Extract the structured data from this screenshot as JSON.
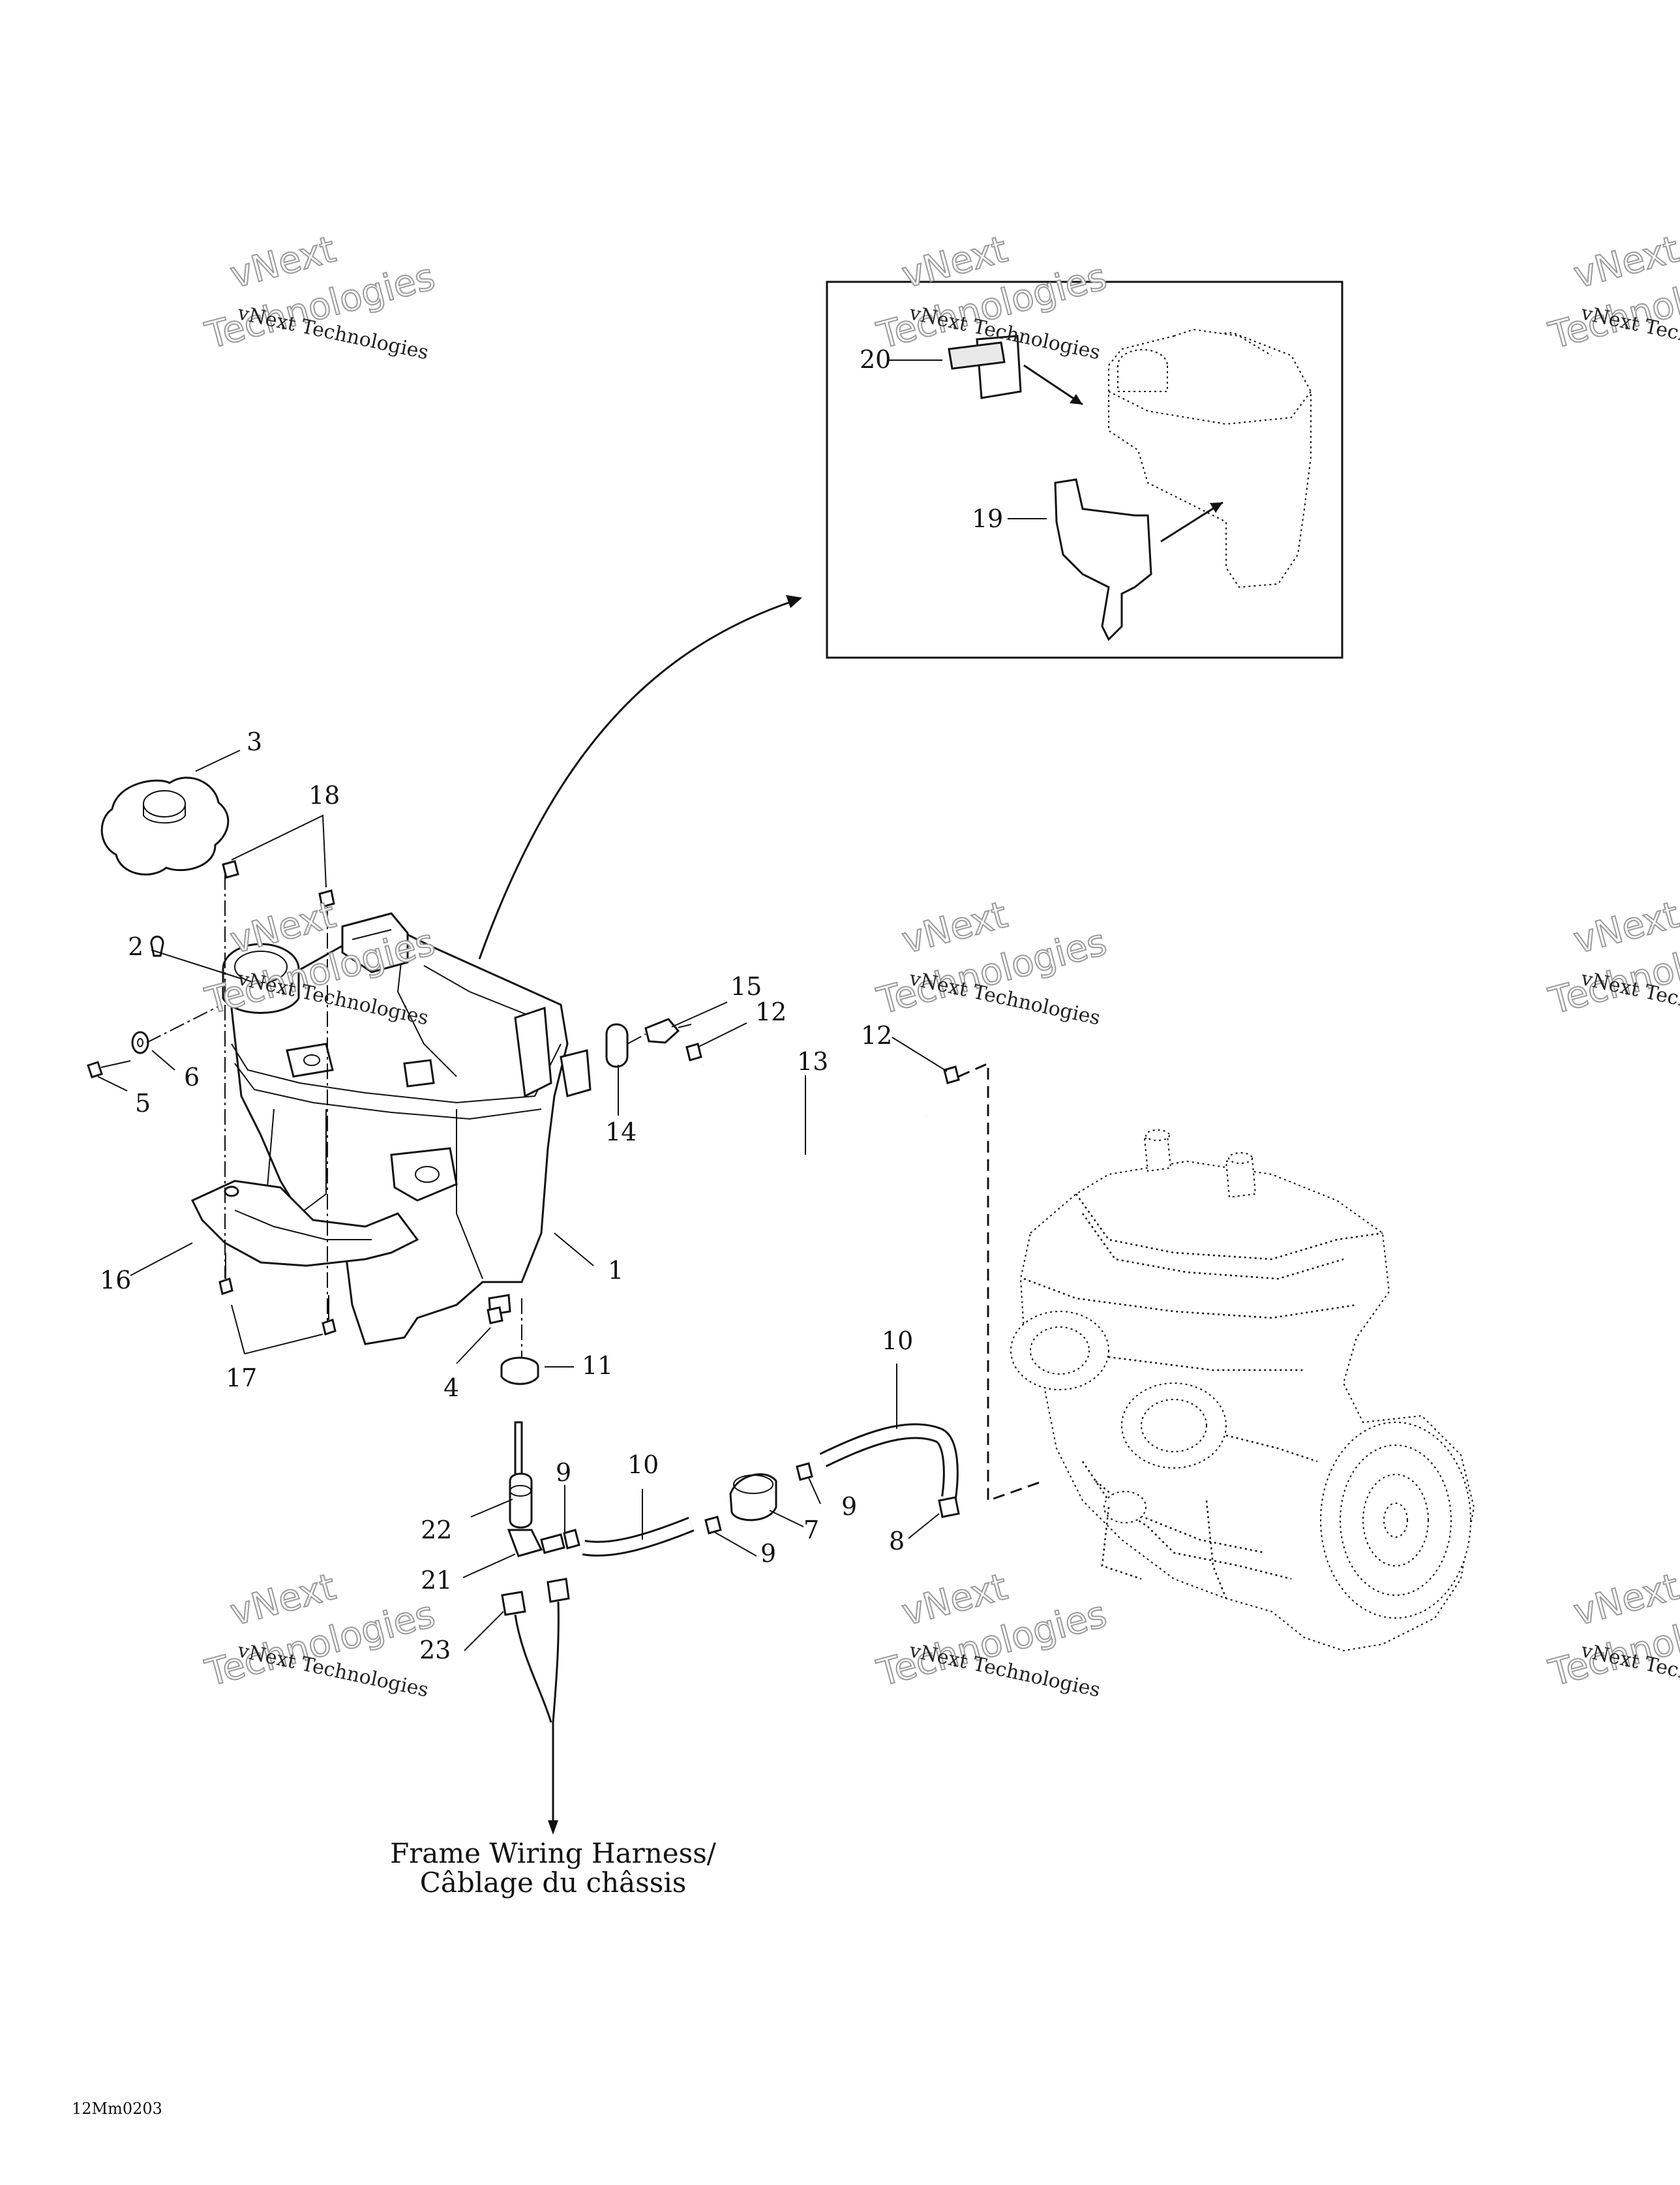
{
  "callouts": {
    "n1": "1",
    "n2": "2",
    "n3": "3",
    "n4": "4",
    "n5": "5",
    "n6": "6",
    "n7": "7",
    "n8": "8",
    "n9a": "9",
    "n9b": "9",
    "n9c": "9",
    "n10a": "10",
    "n10b": "10",
    "n11": "11",
    "n12a": "12",
    "n12b": "12",
    "n13": "13",
    "n14": "14",
    "n15": "15",
    "n16": "16",
    "n17": "17",
    "n18": "18",
    "n19": "19",
    "n20": "20",
    "n21": "21",
    "n22": "22",
    "n23": "23"
  },
  "caption": {
    "line1": "Frame Wiring Harness/",
    "line2": "Câblage du châssis"
  },
  "figure_code": "12Mm0203",
  "watermark": {
    "line1": "vNext Technologies",
    "line2": "vNext",
    "line3": "Technologies"
  }
}
